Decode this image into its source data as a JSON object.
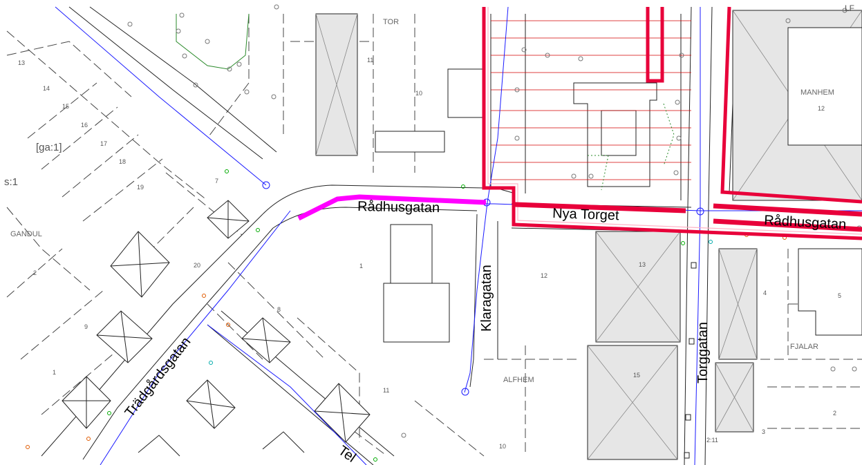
{
  "streets": {
    "radhusgatan_west": "Rådhusgatan",
    "radhusgatan_east": "Rådhusgatan",
    "nya_torget": "Nya Torget",
    "klaragatan": "Klaragatan",
    "torggatan": "Torggatan",
    "tradgardsgatan": "Trädgårdsgatan",
    "tel": "Tel"
  },
  "blocks": {
    "tor": "TOR",
    "manhem": "MANHEM",
    "gandul": "GANDUL",
    "alfhem": "ALFHEM",
    "fjalar": "FJALAR",
    "ga1": "[ga:1]",
    "s1": "s:1",
    "lf": "LF"
  },
  "parcels": [
    "13",
    "14",
    "15",
    "16",
    "17",
    "18",
    "19",
    "7",
    "20",
    "2",
    "9",
    "1",
    "8",
    "11",
    "10",
    "1",
    "12",
    "13",
    "4",
    "5",
    "15",
    "2",
    "3",
    "10",
    "11",
    "12",
    "2:11"
  ],
  "colors": {
    "highlight_red": "#e8003a",
    "highlight_magenta": "#ff00ff",
    "pipe_blue": "#1a1aff",
    "building_grey": "#e6e6e6"
  }
}
